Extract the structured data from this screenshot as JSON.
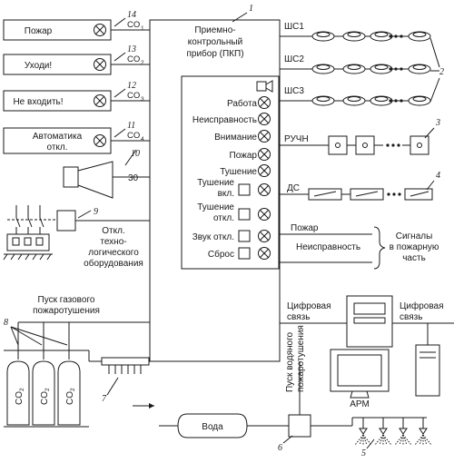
{
  "alarm_panels": [
    {
      "text": "Пожар",
      "gas": "CO",
      "sub": "1",
      "ref": "14"
    },
    {
      "text": "Уходи!",
      "gas": "CO",
      "sub": "2",
      "ref": "13"
    },
    {
      "text": "Не входить!",
      "gas": "CO",
      "sub": "3",
      "ref": "12"
    },
    {
      "text": "Автоматика",
      "text2": "откл.",
      "gas": "CO",
      "sub": "4",
      "ref": "11"
    }
  ],
  "camera": {
    "ref": "10",
    "channel": "30"
  },
  "equipment_disable": {
    "ref": "9",
    "lines": [
      "Откл.",
      "техно-",
      "логического",
      "оборудования"
    ]
  },
  "panel": {
    "ref": "1",
    "title_lines": [
      "Приемно-",
      "контрольный",
      "прибор (ПКП)"
    ],
    "indicators": [
      {
        "label": "Работа",
        "kind": "lamp"
      },
      {
        "label": "Неисправность",
        "kind": "lamp"
      },
      {
        "label": "Внимание",
        "kind": "lamp"
      },
      {
        "label": "Пожар",
        "kind": "lamp"
      },
      {
        "label": "Тушение",
        "kind": "lamp"
      },
      {
        "label": "Тушение",
        "label2": "вкл.",
        "kind": "switch"
      },
      {
        "label": "Тушение",
        "label2": "откл.",
        "kind": "switch"
      },
      {
        "label": "Звук откл.",
        "kind": "switch"
      },
      {
        "label": "Сброс",
        "kind": "switch"
      }
    ]
  },
  "loops": {
    "labels": [
      "ШС1",
      "ШС2",
      "ШС3"
    ],
    "ref": "2",
    "manual_label": "РУЧН",
    "manual_ref": "3",
    "ds_label": "ДС",
    "ds_ref": "4"
  },
  "signals": {
    "fire": "Пожар",
    "fault": "Неисправность",
    "brace_lines": [
      "Сигналы",
      "в пожарную",
      "часть"
    ]
  },
  "gas": {
    "start_lines": [
      "Пуск газового",
      "пожаротушения"
    ],
    "ref": "8",
    "cylinder_label": "CO",
    "cylinder_sub": "2",
    "nozzle_ref": "7"
  },
  "water": {
    "tank_label": "Вода",
    "start_lines": [
      "Пуск водяного",
      "пожаротушения"
    ],
    "valve_ref": "6",
    "sprinkler_ref": "5"
  },
  "digital": {
    "left": [
      "Цифровая",
      "связь"
    ],
    "right": [
      "Цифровая",
      "связь"
    ],
    "arm": "АРМ"
  }
}
